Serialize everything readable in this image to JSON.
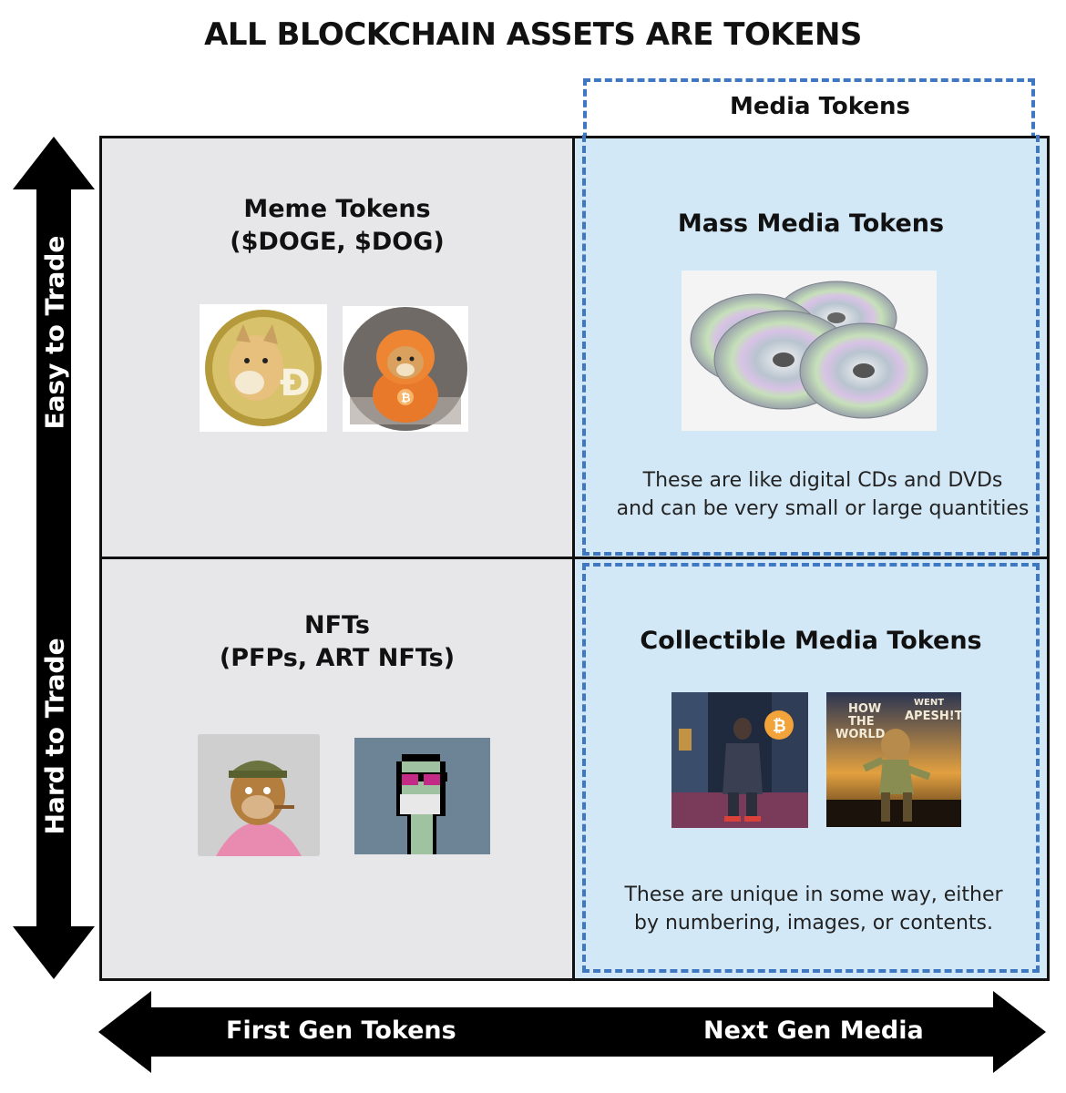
{
  "title": "ALL BLOCKCHAIN ASSETS ARE TOKENS",
  "media_group_label": "Media Tokens",
  "y_axis": {
    "top_label": "Easy to Trade",
    "bottom_label": "Hard to Trade"
  },
  "x_axis": {
    "left_label": "First Gen Tokens",
    "right_label": "Next Gen Media"
  },
  "quadrants": {
    "top_left": {
      "heading_line1": "Meme Tokens",
      "heading_line2": "($DOGE, $DOG)",
      "images": [
        "dogecoin-coin",
        "hooded-shiba-dog"
      ]
    },
    "bottom_left": {
      "heading_line1": "NFTs",
      "heading_line2": "(PFPs, ART NFTs)",
      "images": [
        "bored-ape-nft",
        "cryptopunk-nft"
      ]
    },
    "top_right": {
      "heading": "Mass Media Tokens",
      "image": "cd-dvd-stack",
      "desc_line1": "These are like digital CDs and DVDs",
      "desc_line2": "and can be very small or large quantities"
    },
    "bottom_right": {
      "heading": "Collectible Media Tokens",
      "images": [
        "bitcoin-street-art",
        "how-the-world-went-apeshit-cover"
      ],
      "cover_text": {
        "line1": "HOW",
        "line2": "THE",
        "line3": "WORLD",
        "line4": "WENT",
        "line5": "APESH!T"
      },
      "desc_line1": "These are unique in some way, either",
      "desc_line2": "by numbering, images, or contents."
    }
  },
  "colors": {
    "left_fill": "#e7e7ea",
    "right_fill": "#d3e8f6",
    "dash_blue": "#3f78c2",
    "arrow_black": "#000000"
  }
}
